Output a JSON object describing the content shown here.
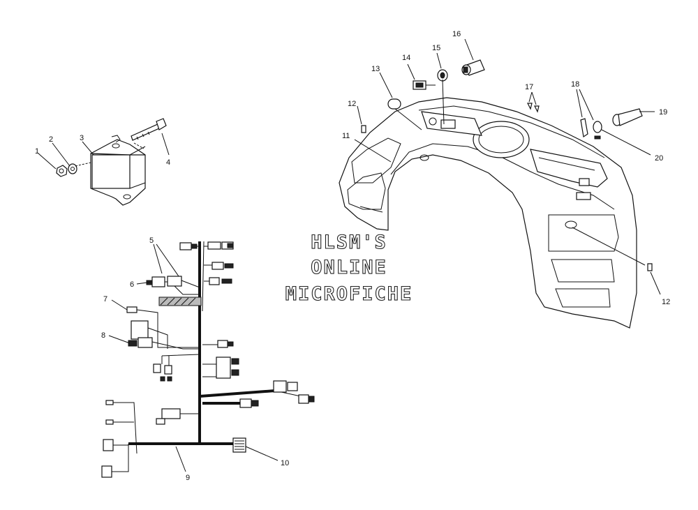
{
  "callouts": {
    "c1": "1",
    "c2": "2",
    "c3": "3",
    "c4": "4",
    "c5": "5",
    "c6": "6",
    "c7": "7",
    "c8": "8",
    "c9": "9",
    "c10": "10",
    "c11": "11",
    "c12a": "12",
    "c12b": "12",
    "c13": "13",
    "c14": "14",
    "c15": "15",
    "c16": "16",
    "c17": "17",
    "c18": "18",
    "c19": "19",
    "c20": "20"
  },
  "watermark": {
    "line1": "HLSM'S",
    "line2": "ONLINE",
    "line3": "MICROFICHE"
  }
}
